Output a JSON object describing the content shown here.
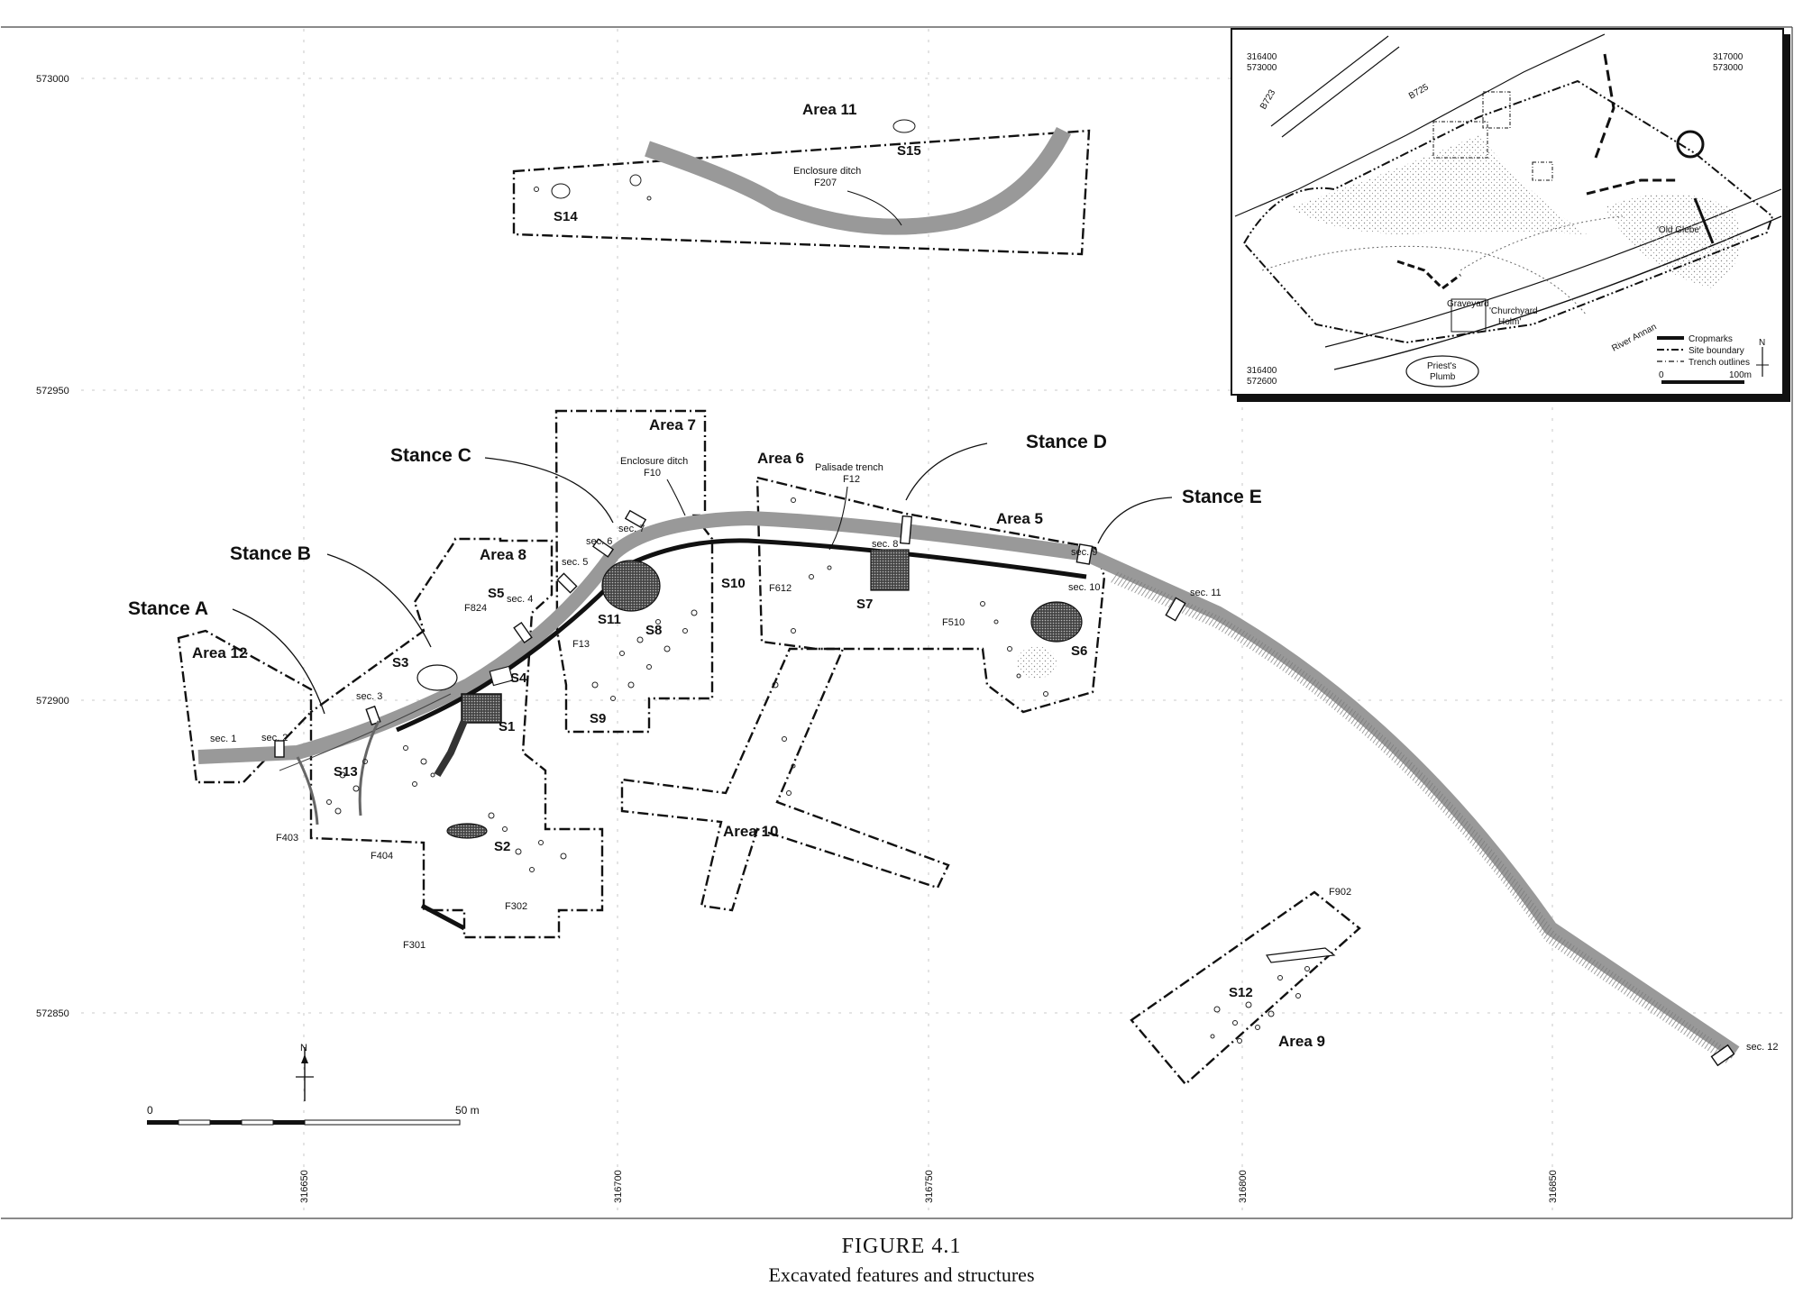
{
  "grid": {
    "northings": [
      "573000",
      "572950",
      "572900",
      "572850"
    ],
    "eastings": [
      "316650",
      "316700",
      "316750",
      "316800",
      "316850"
    ]
  },
  "areas": {
    "a5": "Area 5",
    "a6": "Area 6",
    "a7": "Area 7",
    "a8": "Area 8",
    "a9": "Area 9",
    "a10": "Area 10",
    "a11": "Area 11",
    "a12": "Area 12"
  },
  "stances": {
    "a": "Stance A",
    "b": "Stance B",
    "c": "Stance C",
    "d": "Stance D",
    "e": "Stance E"
  },
  "structures": {
    "s1": "S1",
    "s2": "S2",
    "s3": "S3",
    "s4": "S4",
    "s5": "S5",
    "s6": "S6",
    "s7": "S7",
    "s8": "S8",
    "s9": "S9",
    "s10": "S10",
    "s11": "S11",
    "s12": "S12",
    "s13": "S13",
    "s14": "S14",
    "s15": "S15"
  },
  "sections": {
    "sec1": "sec. 1",
    "sec2": "sec. 2",
    "sec3": "sec. 3",
    "sec4": "sec. 4",
    "sec5": "sec. 5",
    "sec6": "sec. 6",
    "sec7": "sec. 7",
    "sec8": "sec. 8",
    "sec9": "sec. 9",
    "sec10": "sec. 10",
    "sec11": "sec. 11",
    "sec12": "sec. 12"
  },
  "features": {
    "f10_name": "Enclosure ditch",
    "f10_id": "F10",
    "f12_name": "Palisade trench",
    "f12_id": "F12",
    "f207_name": "Enclosure ditch",
    "f207_id": "F207",
    "f13": "F13",
    "f824": "F824",
    "f612": "F612",
    "f510": "F510",
    "f403": "F403",
    "f404": "F404",
    "f302": "F302",
    "f301": "F301",
    "f902": "F902"
  },
  "scale": {
    "start": "0",
    "end": "50 m",
    "north": "N"
  },
  "inset": {
    "tl_e": "316400",
    "tl_n": "573000",
    "tr_e": "317000",
    "tr_n": "573000",
    "bl_e": "316400",
    "bl_n": "572600",
    "road1": "B725",
    "road2": "B723",
    "old_glebe": "'Old Glebe'",
    "graveyard": "Graveyard",
    "churchyard1": "'Churchyard",
    "churchyard2": "Holm'",
    "river": "River Annan",
    "plumb1": "Priest's",
    "plumb2": "Plumb",
    "legend_cropmarks": "Cropmarks",
    "legend_boundary": "Site boundary",
    "legend_trench": "Trench outlines",
    "scale_start": "0",
    "scale_end": "100m",
    "north": "N"
  },
  "caption": {
    "figure": "FIGURE 4.1",
    "title": "Excavated features and structures"
  }
}
